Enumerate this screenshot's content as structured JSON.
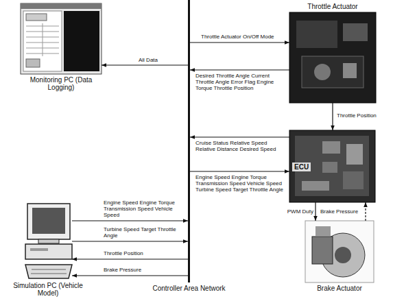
{
  "diagram": {
    "nodes": [
      {
        "text": [
          "Monitoring PC (Data Logging)"
        ]
      },
      {
        "text": [
          "Throttle Actuator"
        ]
      },
      {
        "text": [
          "ECU"
        ]
      },
      {
        "text": [
          "Simulation PC (Vehicle Model)"
        ]
      },
      {
        "text": [
          "Brake Actuator"
        ]
      },
      {
        "text": [
          "Controller Area Network"
        ]
      }
    ],
    "edges": [
      {
        "from": 5,
        "to": 0,
        "label": "All Data",
        "arrow": "to"
      },
      {
        "from": 5,
        "to": 1,
        "label": "Throttle Actuator On/Off Mode",
        "arrow": "to"
      },
      {
        "from": 1,
        "to": 5,
        "label": "Desired Throttle Angle Current Throttle Angle Error Flag Engine Torque Throttle Position",
        "arrow": "to"
      },
      {
        "from": 1,
        "to": 2,
        "label": "Throttle Position",
        "arrow": "to"
      },
      {
        "from": 2,
        "to": 5,
        "label": "Cruise Status Relative Speed Relative Distance Desired Speed",
        "arrow": "to"
      },
      {
        "from": 5,
        "to": 2,
        "label": "Engine Speed Engine Torque Transmission Speed Vehicle Speed Turbine Speed Target Throttle Angle",
        "arrow": "to"
      },
      {
        "from": 2,
        "to": 4,
        "label": "PWM Duty",
        "arrow": "to"
      },
      {
        "from": 4,
        "to": 2,
        "label": "Brake Pressure",
        "arrow": "to"
      },
      {
        "from": 3,
        "to": 5,
        "label": "Engine Speed Engine Torque Transmission Speed Vehicle Speed",
        "arrow": "to"
      },
      {
        "from": 3,
        "to": 5,
        "label": "Turbine Speed Target Throttle Angle",
        "arrow": "to"
      },
      {
        "from": 5,
        "to": 3,
        "label": "Throttle Position",
        "arrow": "to"
      },
      {
        "from": 5,
        "to": 3,
        "label": "Brake Pressure",
        "arrow": "to"
      }
    ]
  }
}
